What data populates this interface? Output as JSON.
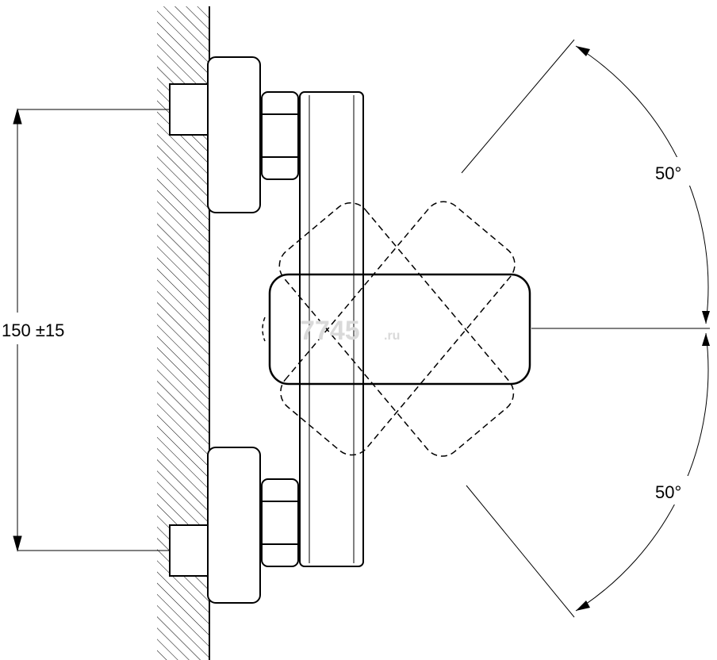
{
  "dimensions": {
    "spacing_label": "150 ±15",
    "upper_angle_label": "50°",
    "lower_angle_label": "50°"
  },
  "watermark": {
    "main": "7745",
    "suffix": ".ru"
  }
}
